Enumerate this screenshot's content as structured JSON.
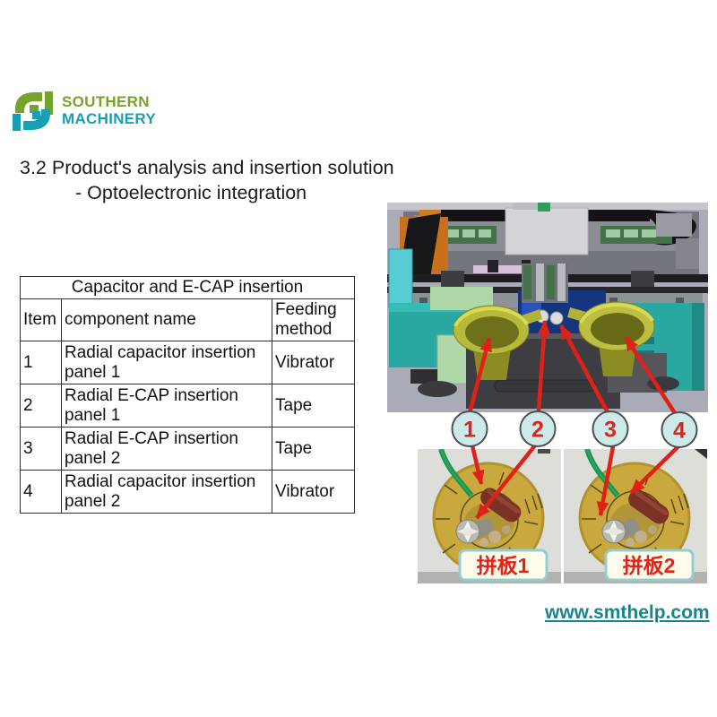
{
  "logo": {
    "line1": "SOUTHERN",
    "line2": "MACHINERY",
    "green": "#76a32b",
    "teal": "#17a0b4"
  },
  "title": {
    "line1": "3.2 Product's analysis and insertion solution",
    "line2": "- Optoelectronic integration"
  },
  "table": {
    "caption": "Capacitor and E-CAP insertion",
    "headers": [
      "Item",
      "component name",
      "Feeding method"
    ],
    "rows": [
      {
        "item": "1",
        "component": "Radial capacitor insertion panel 1",
        "feeding": "Vibrator"
      },
      {
        "item": "2",
        "component": "Radial E-CAP insertion panel 1",
        "feeding": "Tape"
      },
      {
        "item": "3",
        "component": "Radial E-CAP insertion panel 2",
        "feeding": "Tape"
      },
      {
        "item": "4",
        "component": "Radial capacitor insertion panel 2",
        "feeding": "Vibrator"
      }
    ]
  },
  "figure": {
    "callouts": [
      "1",
      "2",
      "3",
      "4"
    ],
    "panel_labels": [
      "拼板1",
      "拼板2"
    ],
    "colors": {
      "arrow": "#df2118",
      "callout_fill": "#cdeaea",
      "callout_text": "#d9251d",
      "label_fill": "#fdfcea",
      "label_border": "#96ccd4",
      "label_text": "#e0241b",
      "machine_background": "#a9abb7",
      "bowl_feeder": "#b6b93a",
      "pcb_disc": "#c9a93e"
    }
  },
  "footer": {
    "url": "www.smthelp.com",
    "color": "#17858d"
  }
}
